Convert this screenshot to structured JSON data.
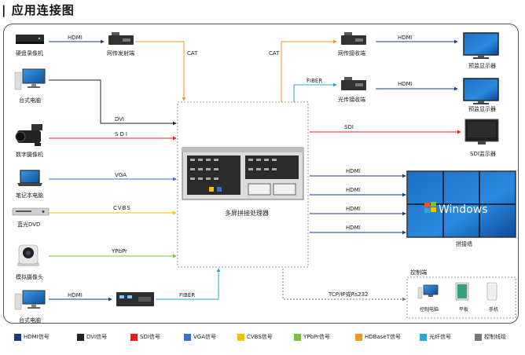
{
  "title": "| 应用连接图",
  "devices": {
    "dvr": "硬盘录像机",
    "pc1": "台式电脑",
    "camcorder": "数字摄像机",
    "laptop": "笔记本电脑",
    "bluray": "蓝光DVD",
    "analog_cam": "模拟摄像头",
    "pc2": "台式电脑",
    "net_tx": "网传发射端",
    "net_rx": "网传接收端",
    "fiber_rx": "光传接收端",
    "monitor1": "预监显示器",
    "monitor2": "预监显示器",
    "sdi_monitor": "SDI监示器",
    "processor": "多屏拼接处理器",
    "video_wall": "拼接墙",
    "wall_text": "Windows",
    "control_title": "控制端",
    "ctrl_pc": "控制电脑",
    "ctrl_tablet": "平板",
    "ctrl_phone": "手机"
  },
  "links": {
    "hdmi_dvr": "HDMI",
    "cat_left": "CAT",
    "cat_right": "CAT",
    "hdmi_rx": "HDMI",
    "fiber_top": "FIBER",
    "hdmi_fiber": "HDMI",
    "dvi": "DVI",
    "sdi_in": "SDI",
    "sdi_out": "SDI",
    "vga": "VGA",
    "cvbs": "CVBS",
    "ypbpr": "YPbPr",
    "hdmi_pc2": "HDMI",
    "fiber_bottom": "FIBER",
    "hdmi_out1": "HDMI",
    "hdmi_out2": "HDMI",
    "hdmi_out3": "HDMI",
    "hdmi_out4": "HDMI",
    "tcp": "TCP/IP或Rs232"
  },
  "legend": [
    {
      "label": "HDMI信号",
      "color": "#1a3a7a"
    },
    {
      "label": "DVI信号",
      "color": "#222222"
    },
    {
      "label": "SDI信号",
      "color": "#e02020"
    },
    {
      "label": "VGA信号",
      "color": "#3a6fd0"
    },
    {
      "label": "CVBS信号",
      "color": "#f2c20a"
    },
    {
      "label": "YPbPr信号",
      "color": "#7cc242"
    },
    {
      "label": "HDBaseT信号",
      "color": "#f39428"
    },
    {
      "label": "光纤信号",
      "color": "#2aa6d8"
    },
    {
      "label": "控制线缆",
      "color": "#777777"
    }
  ],
  "colors": {
    "hdmi": "#1a3a7a",
    "dvi": "#222222",
    "sdi": "#e02020",
    "vga": "#3a6fd0",
    "cvbs": "#f2c20a",
    "ypbpr": "#7cc242",
    "hdbaset": "#f39428",
    "fiber": "#2aa6d8",
    "control": "#777777"
  }
}
